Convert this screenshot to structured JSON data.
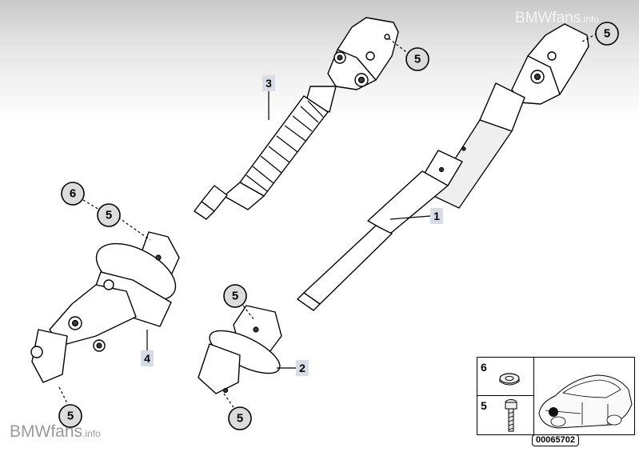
{
  "watermark": {
    "top_main": "BMWfans",
    "top_suffix": ".info",
    "bottom_main": "BMWfans",
    "bottom_suffix": ".info"
  },
  "parts": [
    {
      "id": "part-1",
      "label": "1"
    },
    {
      "id": "part-2",
      "label": "2"
    },
    {
      "id": "part-3",
      "label": "3"
    },
    {
      "id": "part-4",
      "label": "4"
    }
  ],
  "callouts": [
    {
      "id": "callout-5a",
      "label": "5"
    },
    {
      "id": "callout-5b",
      "label": "5"
    },
    {
      "id": "callout-6",
      "label": "6"
    },
    {
      "id": "callout-5c",
      "label": "5"
    },
    {
      "id": "callout-5d",
      "label": "5"
    },
    {
      "id": "callout-5e",
      "label": "5"
    },
    {
      "id": "callout-5f",
      "label": "5"
    }
  ],
  "legend": {
    "row1_num": "6",
    "row2_num": "5",
    "ref_code": "00065702"
  }
}
